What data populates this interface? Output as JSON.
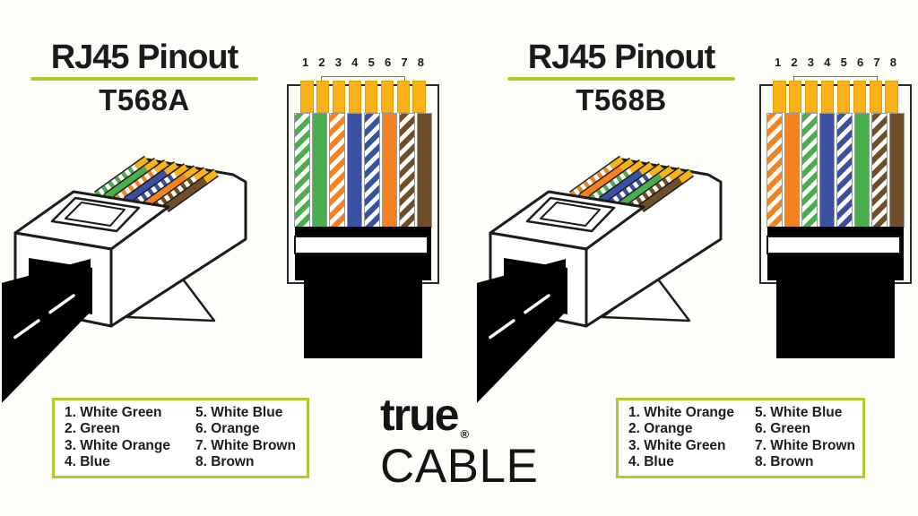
{
  "panels": [
    {
      "id": "t568a",
      "title": "RJ45 Pinout",
      "subtitle": "T568A",
      "pin_numbers": [
        "1",
        "2",
        "3",
        "4",
        "5",
        "6",
        "7",
        "8"
      ],
      "wires": [
        "white_green",
        "green",
        "white_orange",
        "blue",
        "white_blue",
        "orange",
        "white_brown",
        "brown"
      ],
      "legend": {
        "items": [
          "1. White Green",
          "2. Green",
          "3. White Orange",
          "4. Blue",
          "5. White Blue",
          "6. Orange",
          "7. White Brown",
          "8. Brown"
        ]
      }
    },
    {
      "id": "t568b",
      "title": "RJ45 Pinout",
      "subtitle": "T568B",
      "pin_numbers": [
        "1",
        "2",
        "3",
        "4",
        "5",
        "6",
        "7",
        "8"
      ],
      "wires": [
        "white_orange",
        "orange",
        "white_green",
        "blue",
        "white_blue",
        "green",
        "white_brown",
        "brown"
      ],
      "legend": {
        "items": [
          "1. White Orange",
          "2. Orange",
          "3. White Green",
          "4. Blue",
          "5. White Blue",
          "6. Green",
          "7. White Brown",
          "8. Brown"
        ]
      }
    }
  ],
  "logo": {
    "line1": "true",
    "registered": "®",
    "line2": "CABLE"
  },
  "colors": {
    "green": "#4BAE4C",
    "orange": "#F58220",
    "blue": "#3A51A3",
    "brown": "#6F4F28",
    "gold": "#FBB118",
    "accent_green": "#AFCB2F",
    "ink": "#1B1B1B"
  }
}
